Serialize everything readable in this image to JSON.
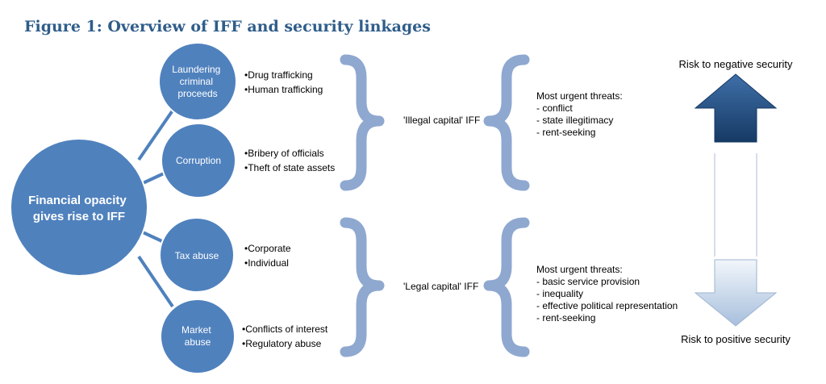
{
  "title": "Figure 1: Overview of IFF and security linkages",
  "main_node": {
    "lines": [
      "Financial opacity",
      "gives rise to IFF"
    ]
  },
  "categories": [
    {
      "id": "laundering",
      "label_lines": [
        "Laundering",
        "criminal",
        "proceeds"
      ],
      "bullets": [
        "Drug trafficking",
        "Human trafficking"
      ]
    },
    {
      "id": "corruption",
      "label_lines": [
        "Corruption"
      ],
      "bullets": [
        "Bribery of officials",
        "Theft of state assets"
      ]
    },
    {
      "id": "tax-abuse",
      "label_lines": [
        "Tax abuse"
      ],
      "bullets": [
        "Corporate",
        "Individual"
      ]
    },
    {
      "id": "market-abuse",
      "label_lines": [
        "Market",
        "abuse"
      ],
      "bullets": [
        "Conflicts of interest",
        "Regulatory abuse"
      ]
    }
  ],
  "groups": [
    {
      "id": "illegal",
      "label": "'Illegal capital' IFF",
      "threats_heading": "Most urgent threats:",
      "threats": [
        "- conflict",
        "- state illegitimacy",
        "- rent-seeking"
      ]
    },
    {
      "id": "legal",
      "label": "'Legal capital' IFF",
      "threats_heading": "Most urgent threats:",
      "threats": [
        "- basic service provision",
        "- inequality",
        "- effective political representation",
        "- rent-seeking"
      ]
    }
  ],
  "risk": {
    "negative": "Risk to negative security",
    "positive": "Risk to positive security"
  },
  "colors": {
    "circle": "#4f81bd",
    "brace": "#8fa8d0",
    "arrow_dark": "#1f4e79",
    "arrow_light": "#b8cce4",
    "title": "#2f5d8a"
  }
}
